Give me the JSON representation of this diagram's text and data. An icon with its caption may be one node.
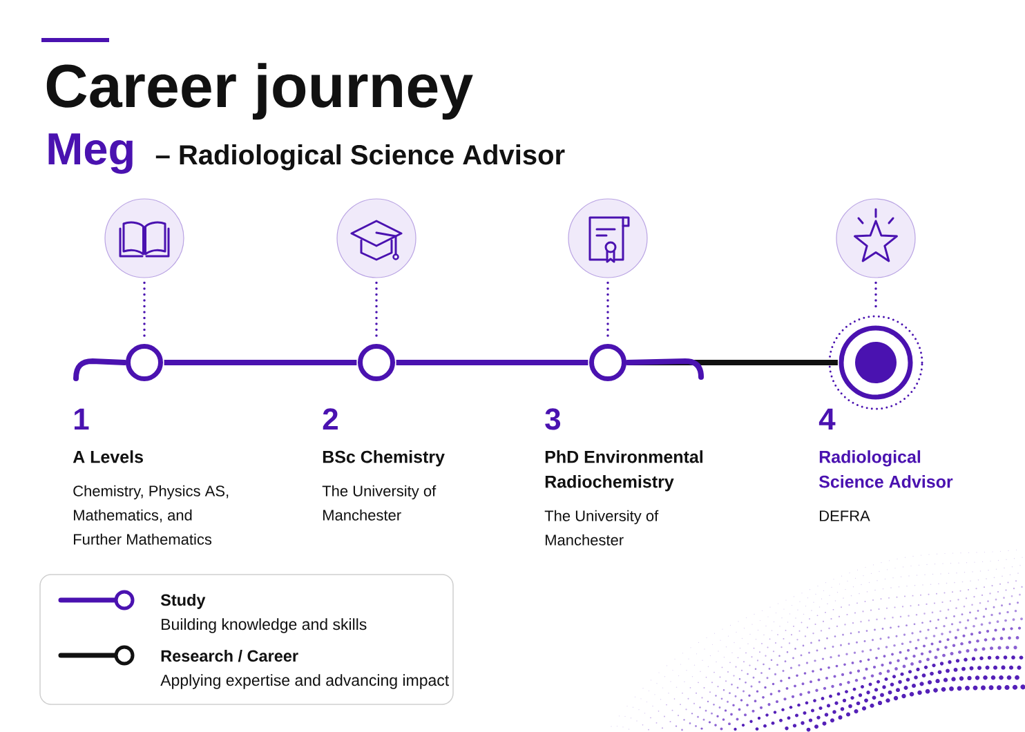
{
  "diagram": {
    "title": "Career journey",
    "nodes": [
      {
        "text": [],
        "shape": "circle"
      },
      {
        "text": [],
        "shape": "circle"
      },
      {
        "text": [],
        "shape": "circle"
      },
      {
        "text": [],
        "shape": "circle"
      },
      {
        "text": [],
        "shape": "circle",
        "beside": [
          "1",
          "A Levels",
          "Chemistry, Physics AS, Mathematics, and Further Mathematics"
        ]
      },
      {
        "text": [],
        "shape": "circle",
        "beside": [
          "2",
          "BSc Chemistry",
          "The University of Manchester"
        ]
      },
      {
        "text": [],
        "shape": "circle",
        "beside": [
          "3",
          "PhD Environmental Radiochemistry",
          "The University of Manchester"
        ]
      },
      {
        "text": [],
        "shape": "circle",
        "beside": [
          "4",
          "Radiological Science Advisor",
          "DEFRA"
        ]
      }
    ],
    "edges": [
      {
        "from": 0,
        "to": 4,
        "arrow": "none",
        "style": "dashed"
      },
      {
        "from": 1,
        "to": 5,
        "arrow": "none",
        "style": "dashed"
      },
      {
        "from": 2,
        "to": 6,
        "arrow": "none",
        "style": "dashed"
      },
      {
        "from": 3,
        "to": 7,
        "arrow": "none",
        "style": "dashed"
      },
      {
        "from": 4,
        "to": 5,
        "arrow": "none",
        "style": "thick"
      },
      {
        "from": 5,
        "to": 6,
        "arrow": "none",
        "style": "thick"
      },
      {
        "from": 6,
        "to": 7,
        "arrow": "none",
        "style": "thick",
        "color": "#111111"
      }
    ],
    "labels": [
      "Meg",
      "– Radiological Science Advisor",
      "Building knowledge and skills",
      "Applying expertise and advancing impact"
    ],
    "legend": [
      {
        "text": "Study"
      },
      {
        "text": "Research / Career"
      }
    ]
  }
}
